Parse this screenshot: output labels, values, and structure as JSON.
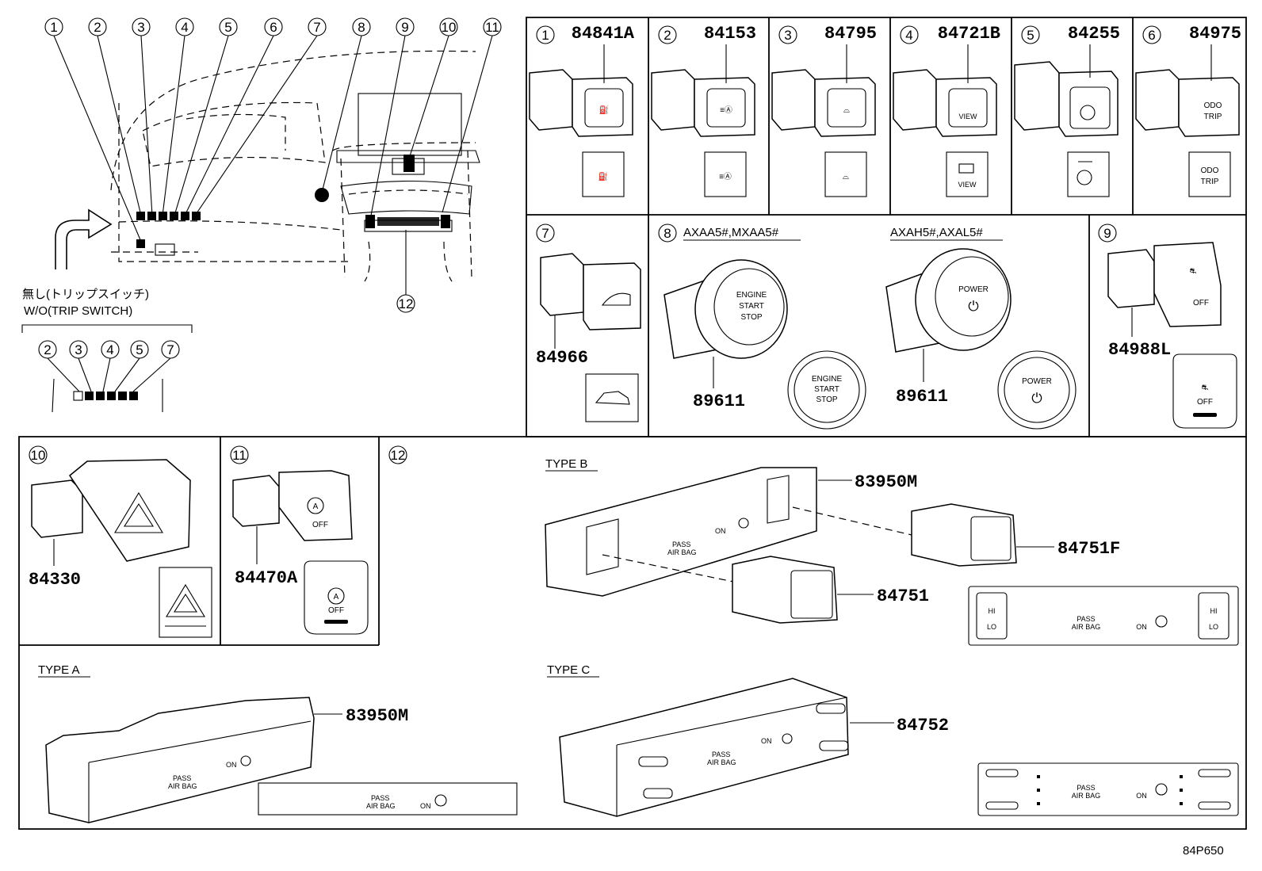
{
  "callouts": [
    "1",
    "2",
    "3",
    "4",
    "5",
    "6",
    "7",
    "8",
    "9",
    "10",
    "11",
    "12"
  ],
  "overview": {
    "jp_label": "無し(トリップスイッチ)",
    "en_label": "W/O(TRIP SWITCH)",
    "trip_callouts": [
      "2",
      "3",
      "4",
      "5",
      "7"
    ]
  },
  "cells": [
    {
      "num": "1",
      "part": "84841A"
    },
    {
      "num": "2",
      "part": "84153"
    },
    {
      "num": "3",
      "part": "84795"
    },
    {
      "num": "4",
      "part": "84721B"
    },
    {
      "num": "5",
      "part": "84255"
    },
    {
      "num": "6",
      "part": "84975"
    },
    {
      "num": "7",
      "part": "84966"
    },
    {
      "num": "8",
      "part": "89611"
    },
    {
      "num": "9",
      "part": "84988L"
    },
    {
      "num": "10",
      "part": "84330"
    },
    {
      "num": "11",
      "part": "84470A"
    },
    {
      "num": "12",
      "part": ""
    }
  ],
  "icons": {
    "odo": "ODO",
    "trip": "TRIP",
    "view": "VIEW",
    "off": "OFF",
    "a": "A",
    "engine_line1": "ENGINE",
    "engine_line2": "START",
    "engine_line3": "STOP",
    "power": "POWER",
    "pass": "PASS",
    "airbag": "AIR BAG",
    "on": "ON",
    "hi": "HI",
    "lo": "LO"
  },
  "start": {
    "variant_a": "AXAA5#,MXAA5#",
    "variant_b": "AXAH5#,AXAL5#",
    "part_a": "89611",
    "part_b": "89611"
  },
  "types": {
    "type_a": "TYPE A",
    "type_b": "TYPE B",
    "type_c": "TYPE C",
    "part_a": "83950M",
    "part_b": "83950M",
    "part_b_left": "84751",
    "part_b_right": "84751F",
    "part_c": "84752"
  },
  "diagram_code": "84P650"
}
